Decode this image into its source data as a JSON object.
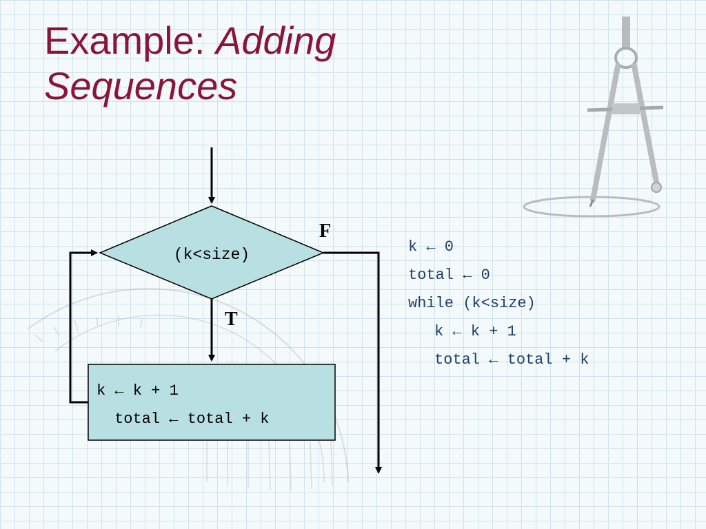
{
  "slide": {
    "title_plain": "Example: ",
    "title_italic_1": "Adding",
    "title_italic_2": "Sequences"
  },
  "flowchart": {
    "condition": "(k<size)",
    "false_label": "F",
    "true_label": "T",
    "body_line_1": "k ← k + 1",
    "body_line_2": "total ← total + k"
  },
  "pseudocode": {
    "lines": [
      "k ← 0",
      "total ← 0",
      "while (k<size)",
      "k ← k + 1",
      "total ← total + k"
    ]
  },
  "colors": {
    "title": "#8a1538",
    "code": "#1f3f66",
    "shape_fill": "#b8dfe2",
    "grid": "#cfe3e6"
  },
  "decorations": [
    "compass-icon",
    "protractor-icon"
  ]
}
